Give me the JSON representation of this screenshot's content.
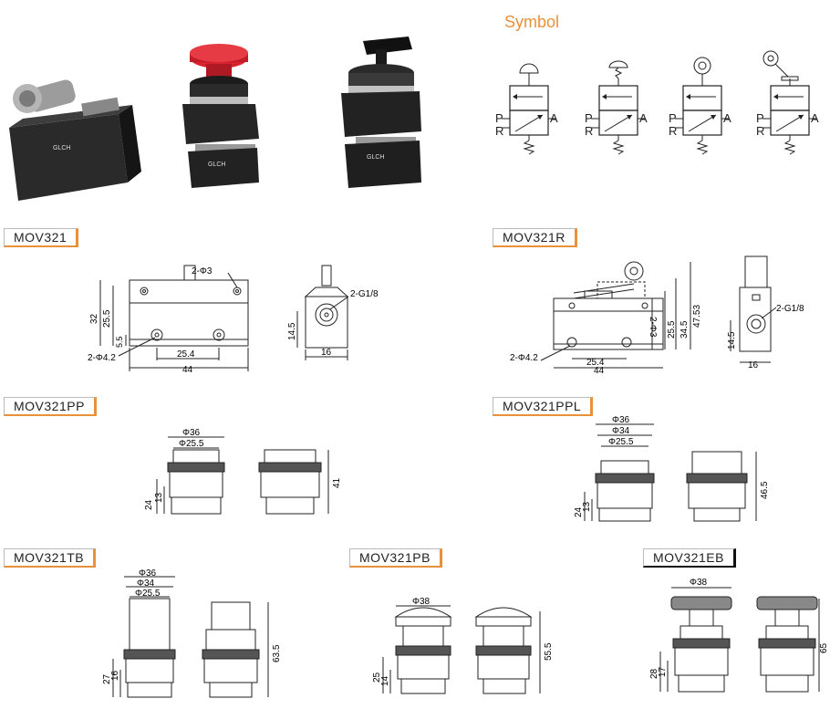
{
  "symbol_title": "Symbol",
  "symbol_ports": {
    "p": "P",
    "r": "R",
    "a": "A"
  },
  "models": {
    "mov321": "MOV321",
    "mov321r": "MOV321R",
    "mov321pp": "MOV321PP",
    "mov321ppl": "MOV321PPL",
    "mov321tb": "MOV321TB",
    "mov321pb": "MOV321PB",
    "mov321eb": "MOV321EB"
  },
  "dims": {
    "mov321": {
      "holes_top": "2-Φ3",
      "h32": "32",
      "h25_5": "25.5",
      "h5_5": "5.5",
      "holes_bottom": "2-Φ4.2",
      "w25_4": "25.4",
      "w44": "44",
      "port": "2-G1/8",
      "h14_5": "14.5",
      "w16": "16"
    },
    "mov321r": {
      "h47_53": "47.53",
      "h34_5": "34.5",
      "h25_5": "25.5",
      "holes_top": "2-Φ3",
      "holes_bottom": "2-Φ4.2",
      "w25_4": "25.4",
      "w44": "44",
      "port": "2-G1/8",
      "h14_5": "14.5",
      "w16": "16"
    },
    "mov321pp": {
      "d36": "Φ36",
      "d25_5": "Φ25.5",
      "h24": "24",
      "h13": "13",
      "h41": "41"
    },
    "mov321ppl": {
      "d36": "Φ36",
      "d34": "Φ34",
      "d25_5": "Φ25.5",
      "h24": "24",
      "h13": "13",
      "h46_5": "46.5"
    },
    "mov321tb": {
      "d36": "Φ36",
      "d34": "Φ34",
      "d25_5": "Φ25.5",
      "h27": "27",
      "h16": "16",
      "h63_5": "63.5"
    },
    "mov321pb": {
      "d38": "Φ38",
      "h25": "25",
      "h14": "14",
      "h55_5": "55.5"
    },
    "mov321eb": {
      "d38": "Φ38",
      "h28": "28",
      "h17": "17",
      "h65": "65"
    }
  },
  "photo_labels": {
    "brand": "GLCH"
  },
  "colors": {
    "accent": "#e8913a",
    "cap_red": "#d8232e",
    "body": "#1e1e1e"
  }
}
